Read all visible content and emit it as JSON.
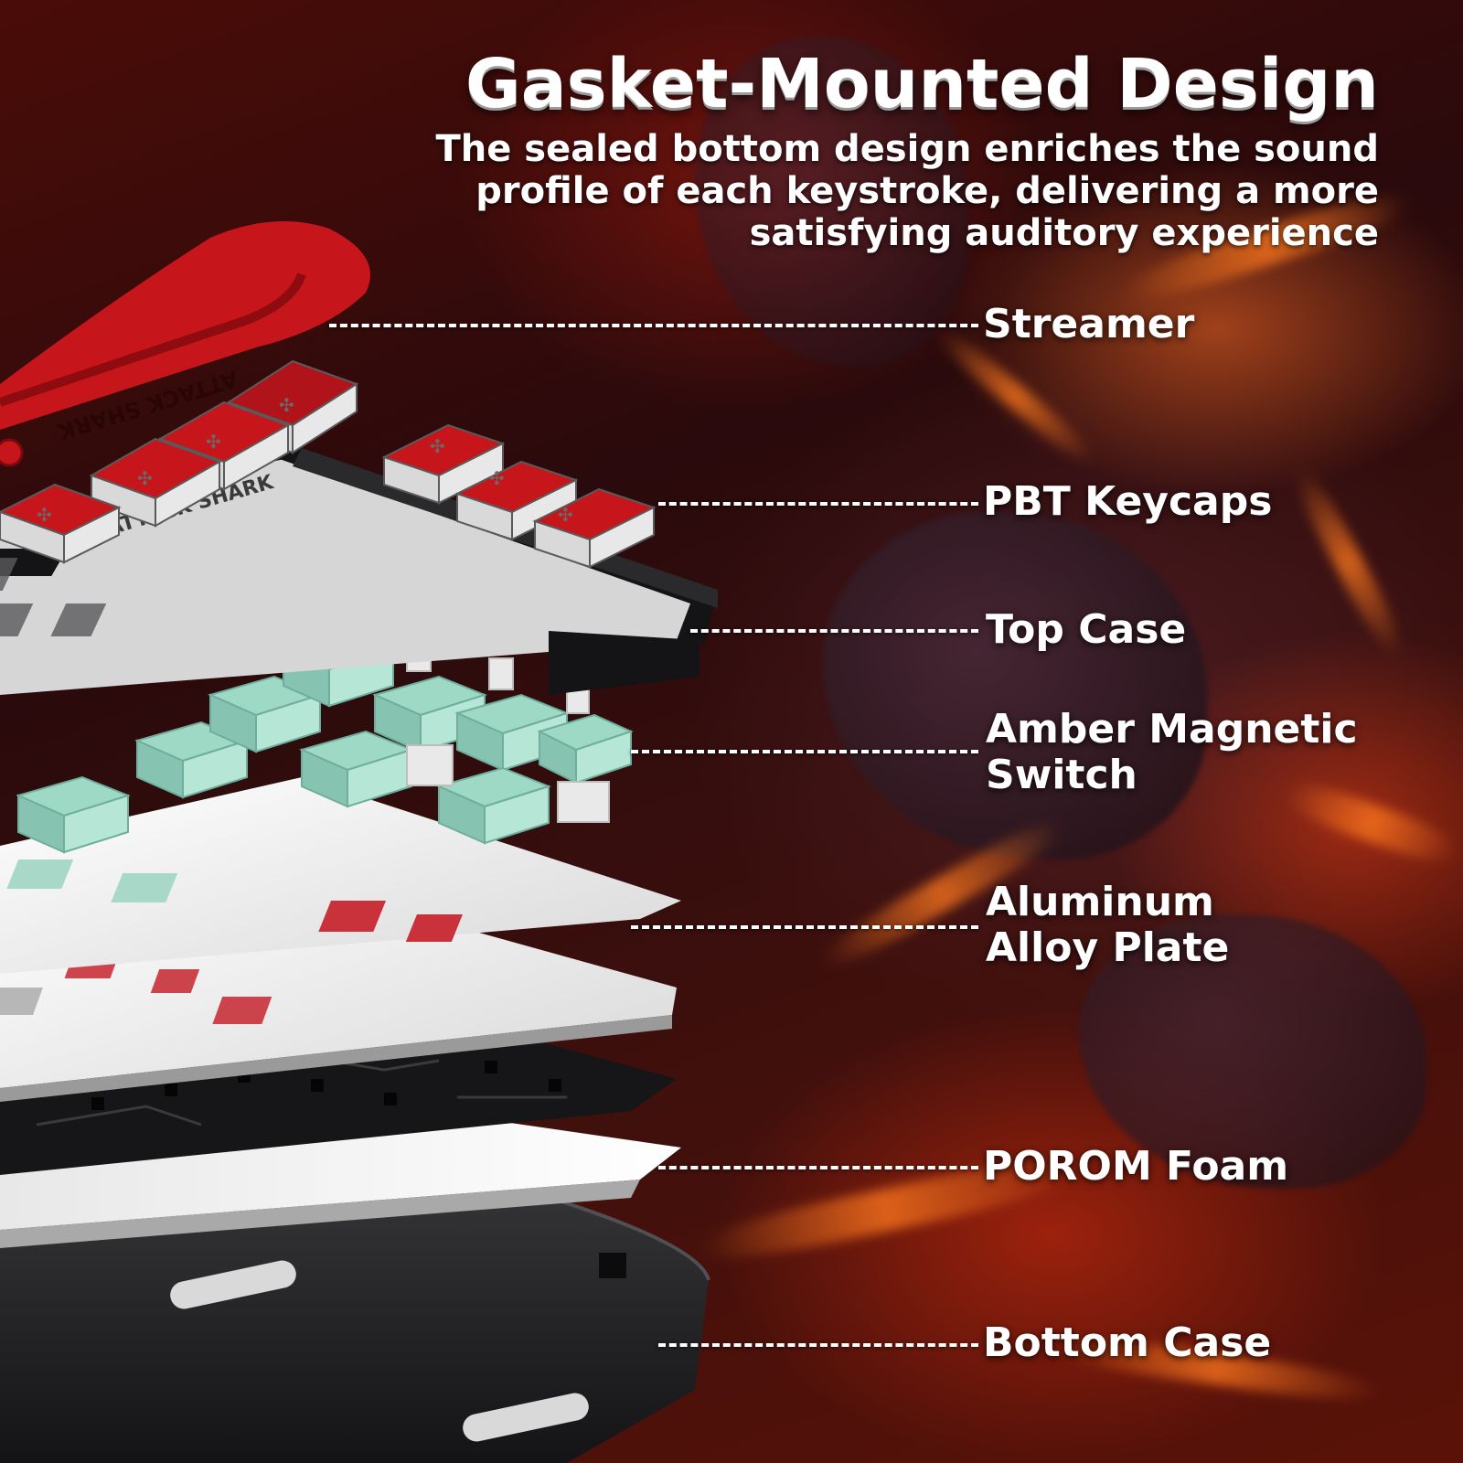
{
  "heading": {
    "title": "Gasket-Mounted Design",
    "subtitle_lines": [
      "The sealed bottom design enriches the sound",
      "profile of each keystroke, delivering a more",
      "satisfying auditory experience"
    ]
  },
  "keyboard": {
    "streamer_text": "ATTACK SHARK",
    "case_text": "ATTACK SHARK"
  },
  "layers": [
    {
      "name": "streamer",
      "lines": [
        "Streamer"
      ]
    },
    {
      "name": "pbt-keycaps",
      "lines": [
        "PBT Keycaps"
      ]
    },
    {
      "name": "top-case",
      "lines": [
        "Top Case"
      ]
    },
    {
      "name": "amber-magnetic-switch",
      "lines": [
        "Amber Magnetic",
        "Switch"
      ]
    },
    {
      "name": "aluminum-alloy-plate",
      "lines": [
        "Aluminum",
        "Alloy Plate"
      ]
    },
    {
      "name": "porom-foam",
      "lines": [
        "POROM Foam"
      ]
    },
    {
      "name": "bottom-case",
      "lines": [
        "Bottom Case"
      ]
    }
  ],
  "colors": {
    "accent_red": "#d4161a",
    "switch_mint": "#9ed9c6",
    "text": "#ffffff",
    "case_black": "#1c1c1e"
  }
}
